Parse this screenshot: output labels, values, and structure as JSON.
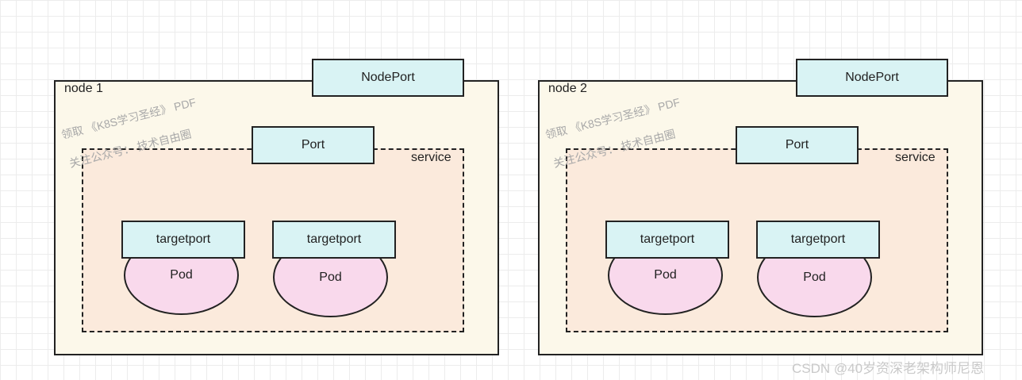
{
  "nodes": [
    {
      "label": "node 1",
      "nodeport": "NodePort",
      "service": "service",
      "port": "Port",
      "targetports": [
        "targetport",
        "targetport"
      ],
      "pods": [
        "Pod",
        "Pod"
      ],
      "watermark": [
        "领取 《K8S学习圣经》 PDF",
        "关注公众号：  技术自由圈"
      ]
    },
    {
      "label": "node 2",
      "nodeport": "NodePort",
      "service": "service",
      "port": "Port",
      "targetports": [
        "targetport",
        "targetport"
      ],
      "pods": [
        "Pod",
        "Pod"
      ],
      "watermark": [
        "领取 《K8S学习圣经》 PDF",
        "关注公众号：  技术自由圈"
      ]
    }
  ],
  "credit": "CSDN @40岁资深老架构师尼恩",
  "colors": {
    "node_fill": "#fcf8ea",
    "service_fill": "#fbeadc",
    "port_fill": "#d9f3f4",
    "pod_fill": "#f9d9ec",
    "stroke": "#222222"
  }
}
